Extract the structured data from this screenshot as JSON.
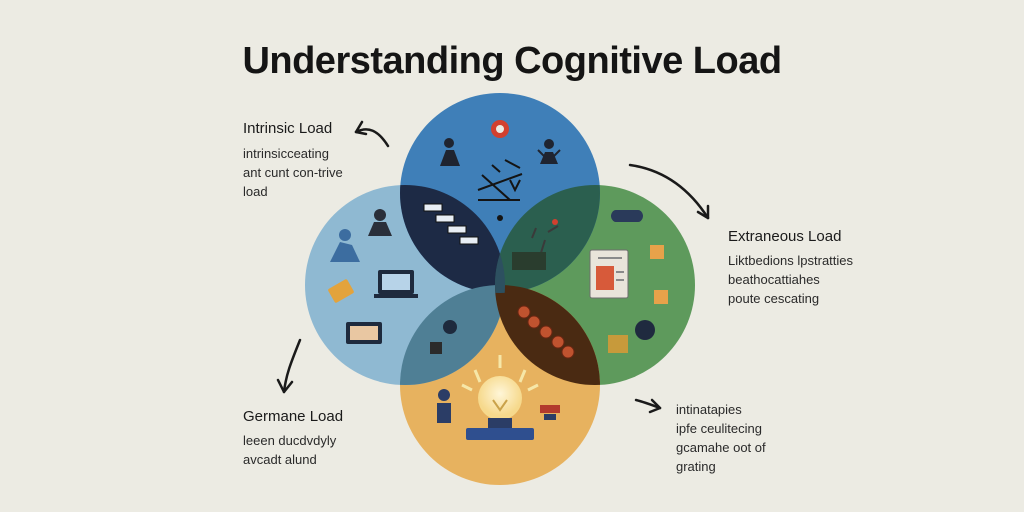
{
  "title": "Understanding Cognitive Load",
  "sections": {
    "intrinsic": {
      "heading": "Intrinsic Load",
      "lines": [
        "intrinsicceating",
        "ant cunt con-trive",
        "load"
      ]
    },
    "extraneous": {
      "heading": "Extraneous Load",
      "lines": [
        "Liktbedions lpstratties",
        "beathocattiahes",
        "poute cescating"
      ]
    },
    "germane": {
      "heading": "Germane Load",
      "lines": [
        "leeen ducdvdyly",
        "avcadt alund"
      ]
    },
    "bottom_right": {
      "lines": [
        "intinatapies",
        "ipfe ceulitecing",
        "gcamahe oot of",
        "grating"
      ]
    }
  },
  "colors": {
    "background": "#ecebe3",
    "intrinsic": "#3f7fb8",
    "extraneous": "#5e9a5c",
    "germane": "#e7b25f",
    "left": "#8fb9d2",
    "arrows": "#1a1a1a"
  },
  "icons": [
    "person-icon",
    "target-icon",
    "math-equation-icon",
    "staircase-icon",
    "laptop-icon",
    "document-icon",
    "lightbulb-icon",
    "head-profile-icon",
    "chain-icon",
    "gear-icon",
    "plant-icon"
  ]
}
